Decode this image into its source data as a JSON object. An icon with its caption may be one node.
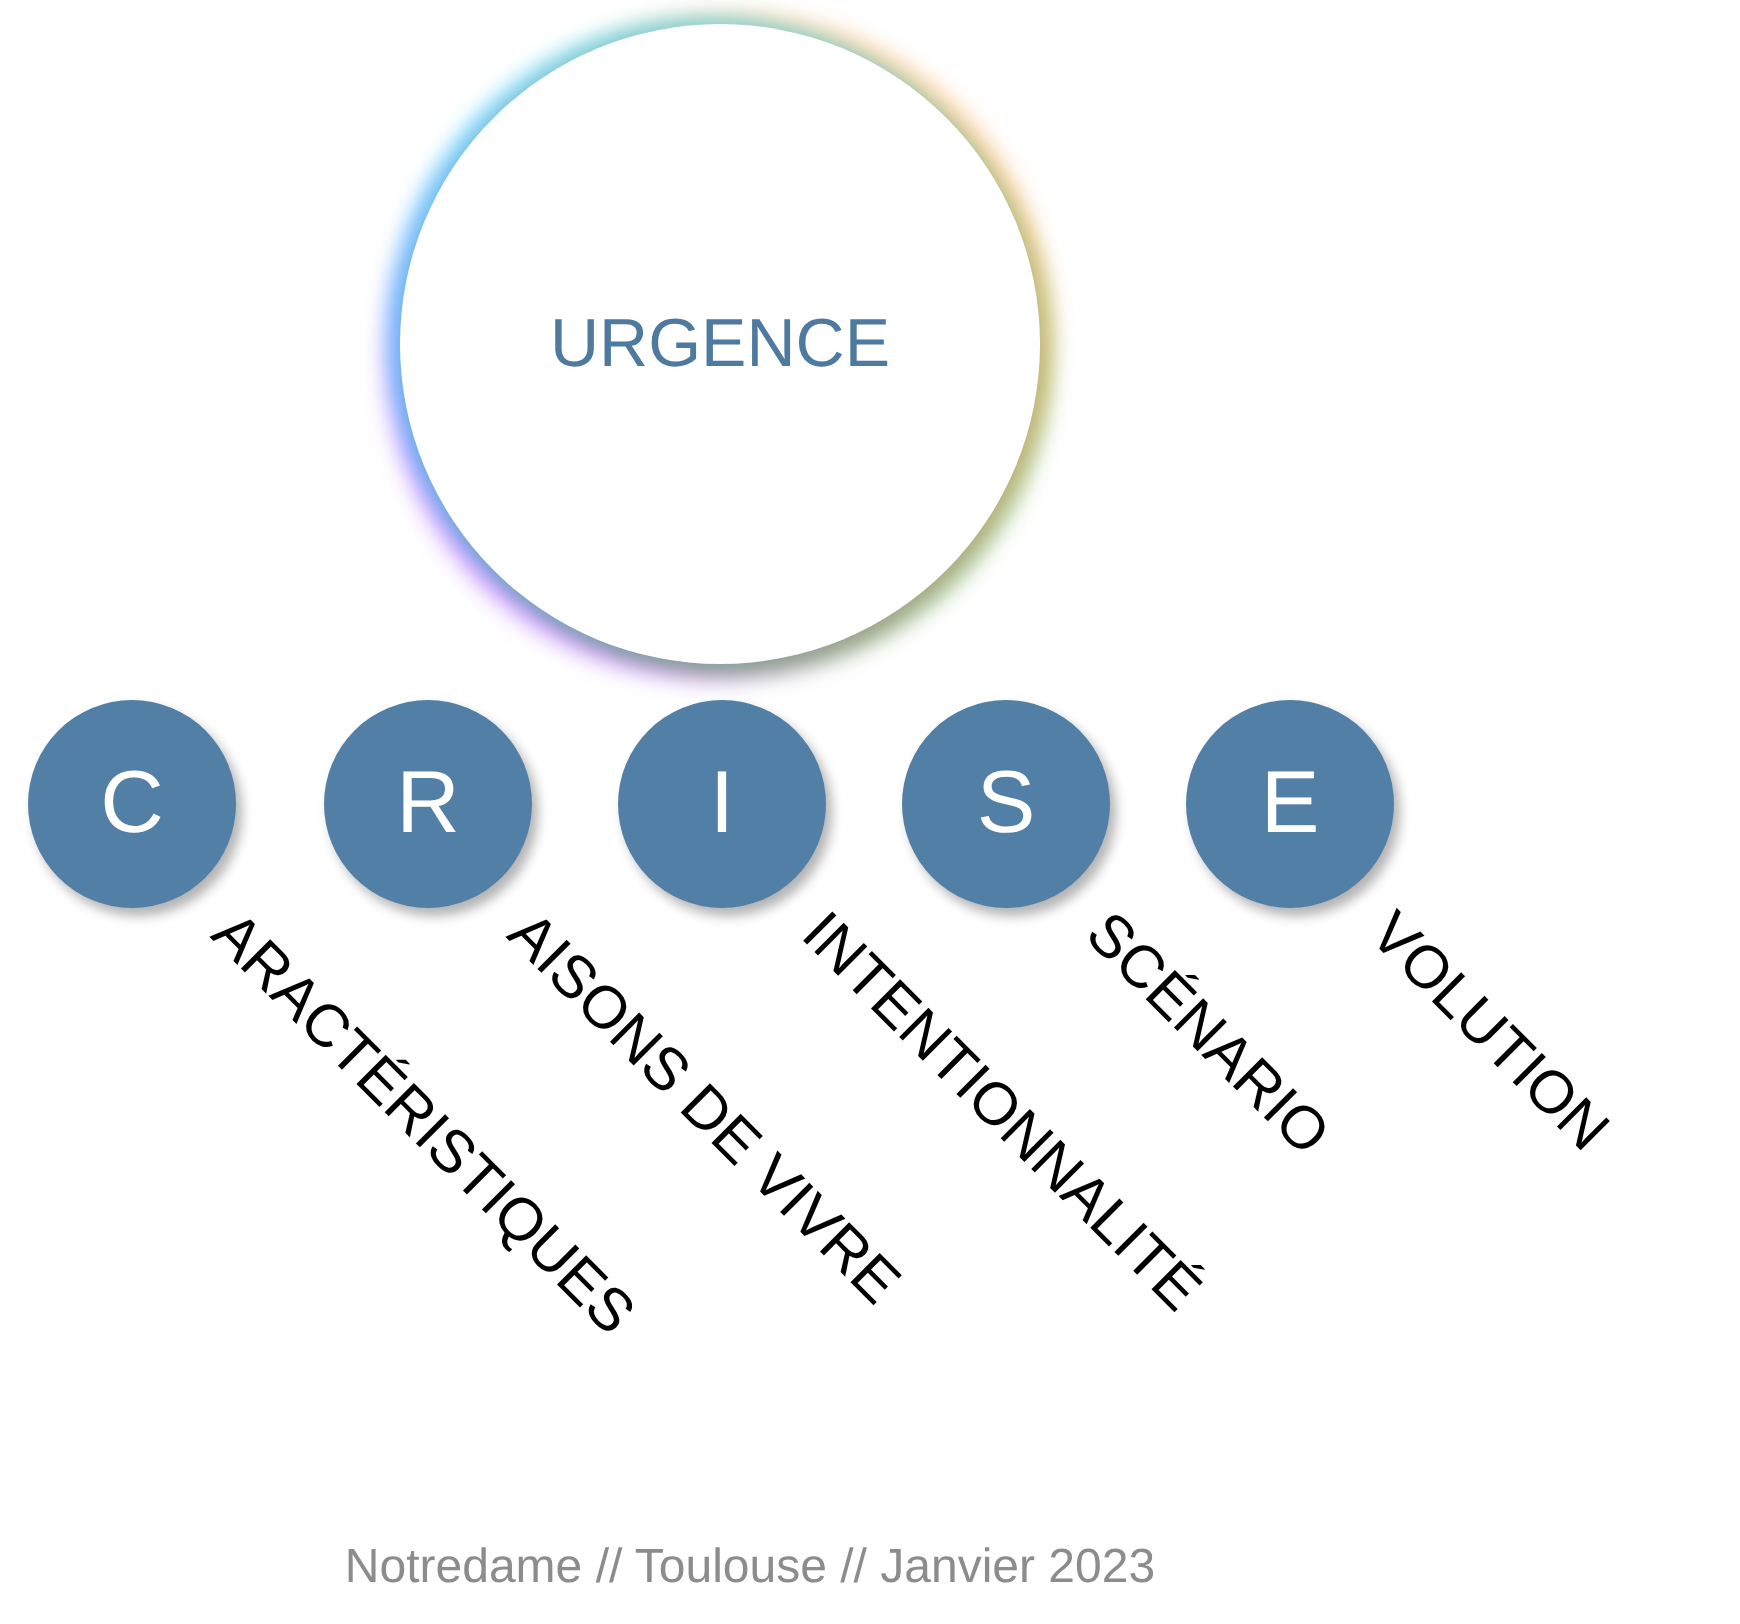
{
  "diagram": {
    "caption": "Notredame // Toulouse // Janvier 2023",
    "nodes": [
      {
        "text": [
          "URGENCE"
        ]
      },
      {
        "text": [
          "C"
        ],
        "beside": [
          "ARACTÉRISTIQUES"
        ]
      },
      {
        "text": [
          "R"
        ],
        "beside": [
          "AISONS DE VIVRE"
        ]
      },
      {
        "text": [
          "I"
        ],
        "beside": [
          "INTENTIONNALITÉ"
        ]
      },
      {
        "text": [
          "S"
        ],
        "beside": [
          "SCÉNARIO"
        ]
      },
      {
        "text": [
          "E"
        ],
        "beside": [
          "VOLUTION"
        ]
      }
    ],
    "edges": []
  }
}
